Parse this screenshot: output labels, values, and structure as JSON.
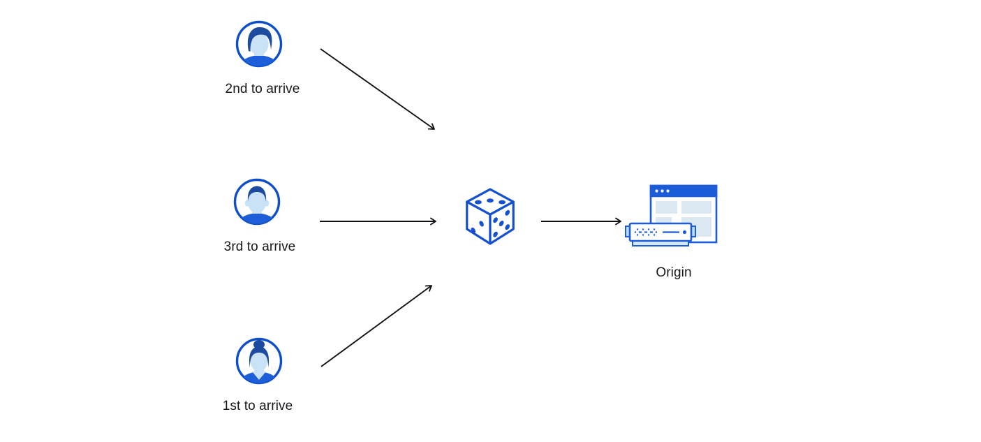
{
  "diagram": {
    "description": "Three visitors arriving in different order are routed randomly (dice) to an origin server",
    "colors": {
      "stroke_blue": "#1450cf",
      "ring_blue": "#0d4fcb",
      "hair_dark_blue": "#1b4a9e",
      "face_light_blue": "#c9e2f6",
      "shirt_blue": "#1d5fd8",
      "titlebar_blue": "#1c5cd8",
      "panel_light_blue": "#dde9f2",
      "server_base_blue": "#d8ecf8",
      "arrow_black": "#101114",
      "background": "#ffffff"
    },
    "users": [
      {
        "label": "2nd to arrive",
        "icon": "male-avatar-quiff-icon"
      },
      {
        "label": "3rd to arrive",
        "icon": "male-avatar-short-hair-icon"
      },
      {
        "label": "1st to arrive",
        "icon": "female-avatar-bun-icon"
      }
    ],
    "router": {
      "icon": "dice-icon"
    },
    "origin": {
      "label": "Origin",
      "icon": "origin-server-icon"
    },
    "edges": [
      {
        "from": "user-2nd-to-arrive",
        "to": "dice"
      },
      {
        "from": "user-3rd-to-arrive",
        "to": "dice"
      },
      {
        "from": "user-1st-to-arrive",
        "to": "dice"
      },
      {
        "from": "dice",
        "to": "origin"
      }
    ]
  }
}
